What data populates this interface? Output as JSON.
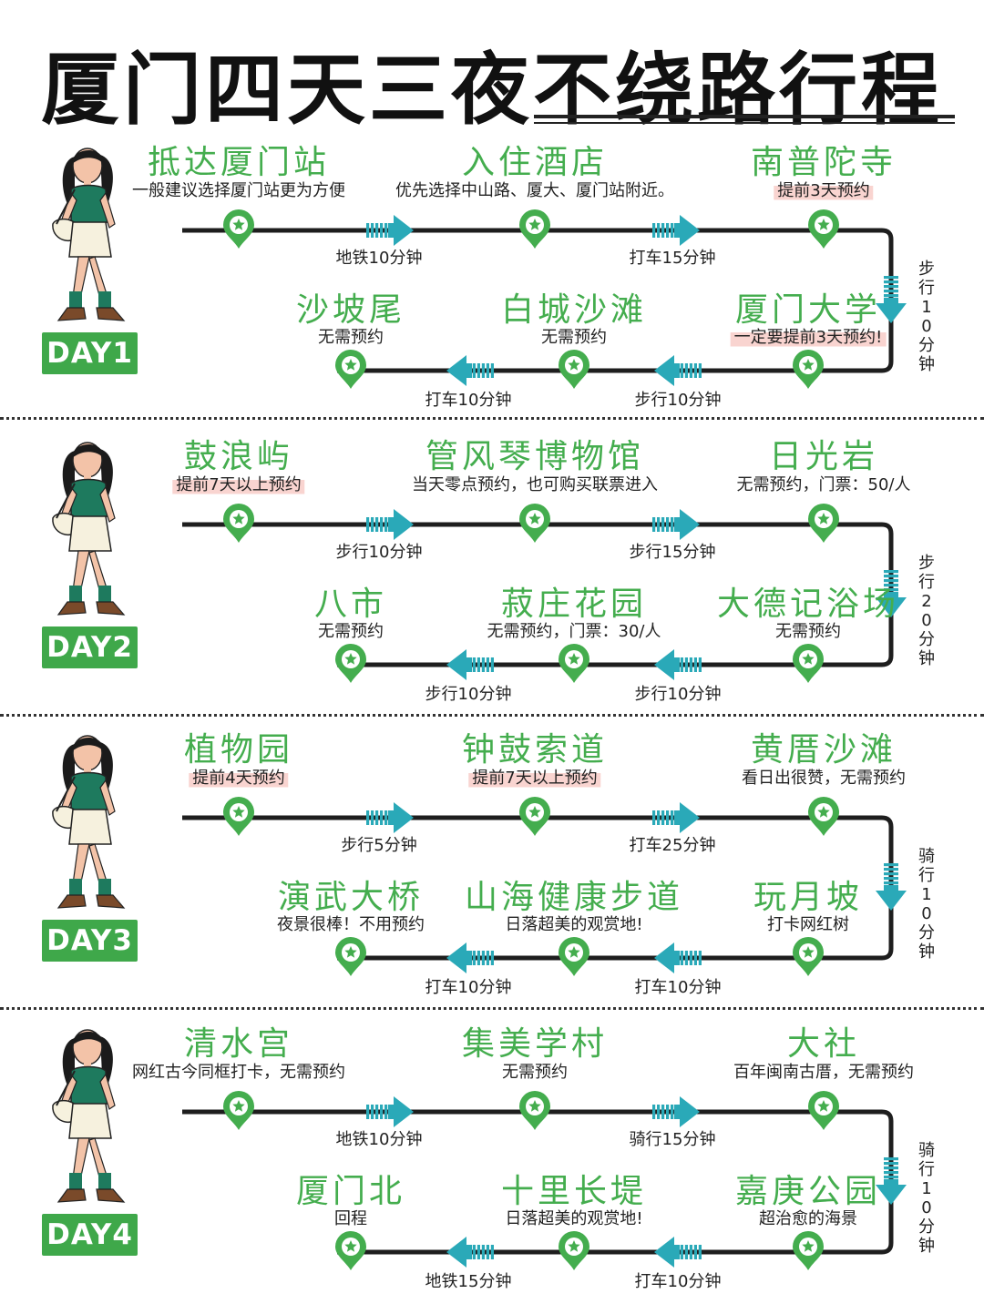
{
  "title": "厦门四天三夜不绕路行程",
  "colors": {
    "green": "#44ad4e",
    "badge": "#3fa84a",
    "teal": "#2aa9b8",
    "line": "#1e1e1e",
    "highlight": "#f9d4d0"
  },
  "icons": {
    "pin": "location-pin-star-icon",
    "arrow": "direction-arrow-icon",
    "traveler": "walking-girl-illustration"
  },
  "days": [
    {
      "label": "DAY1",
      "top_stops": [
        {
          "name": "抵达厦门站",
          "note": "一般建议选择厦门站更为方便",
          "highlight": false
        },
        {
          "name": "入住酒店",
          "note": "优先选择中山路、厦大、厦门站附近。",
          "highlight": false
        },
        {
          "name": "南普陀寺",
          "note": "提前3天预约",
          "highlight": true
        }
      ],
      "bottom_stops": [
        {
          "name": "沙坡尾",
          "note": "无需预约",
          "highlight": false
        },
        {
          "name": "白城沙滩",
          "note": "无需预约",
          "highlight": false
        },
        {
          "name": "厦门大学",
          "note": "一定要提前3天预约!",
          "highlight": true
        }
      ],
      "top_transits": [
        "地铁10分钟",
        "打车15分钟"
      ],
      "side_transit": "步行10分钟",
      "bottom_transits": [
        "打车10分钟",
        "步行10分钟"
      ]
    },
    {
      "label": "DAY2",
      "top_stops": [
        {
          "name": "鼓浪屿",
          "note": "提前7天以上预约",
          "highlight": true
        },
        {
          "name": "管风琴博物馆",
          "note": "当天零点预约，也可购买联票进入",
          "highlight": false
        },
        {
          "name": "日光岩",
          "note": "无需预约，门票：50/人",
          "highlight": false
        }
      ],
      "bottom_stops": [
        {
          "name": "八市",
          "note": "无需预约",
          "highlight": false
        },
        {
          "name": "菽庄花园",
          "note": "无需预约，门票：30/人",
          "highlight": false
        },
        {
          "name": "大德记浴场",
          "note": "无需预约",
          "highlight": false
        }
      ],
      "top_transits": [
        "步行10分钟",
        "步行15分钟"
      ],
      "side_transit": "步行20分钟",
      "bottom_transits": [
        "步行10分钟",
        "步行10分钟"
      ]
    },
    {
      "label": "DAY3",
      "top_stops": [
        {
          "name": "植物园",
          "note": "提前4天预约",
          "highlight": true
        },
        {
          "name": "钟鼓索道",
          "note": "提前7天以上预约",
          "highlight": true
        },
        {
          "name": "黄厝沙滩",
          "note": "看日出很赞，无需预约",
          "highlight": false
        }
      ],
      "bottom_stops": [
        {
          "name": "演武大桥",
          "note": "夜景很棒！不用预约",
          "highlight": false
        },
        {
          "name": "山海健康步道",
          "note": "日落超美的观赏地!",
          "highlight": false
        },
        {
          "name": "玩月坡",
          "note": "打卡网红树",
          "highlight": false
        }
      ],
      "top_transits": [
        "步行5分钟",
        "打车25分钟"
      ],
      "side_transit": "骑行10分钟",
      "bottom_transits": [
        "打车10分钟",
        "打车10分钟"
      ]
    },
    {
      "label": "DAY4",
      "top_stops": [
        {
          "name": "清水宫",
          "note": "网红古今同框打卡，无需预约",
          "highlight": false
        },
        {
          "name": "集美学村",
          "note": "无需预约",
          "highlight": false
        },
        {
          "name": "大社",
          "note": "百年闽南古厝，无需预约",
          "highlight": false
        }
      ],
      "bottom_stops": [
        {
          "name": "厦门北",
          "note": "回程",
          "highlight": false
        },
        {
          "name": "十里长堤",
          "note": "日落超美的观赏地!",
          "highlight": false
        },
        {
          "name": "嘉庚公园",
          "note": "超治愈的海景",
          "highlight": false
        }
      ],
      "top_transits": [
        "地铁10分钟",
        "骑行15分钟"
      ],
      "side_transit": "骑行10分钟",
      "bottom_transits": [
        "地铁15分钟",
        "打车10分钟"
      ]
    }
  ]
}
